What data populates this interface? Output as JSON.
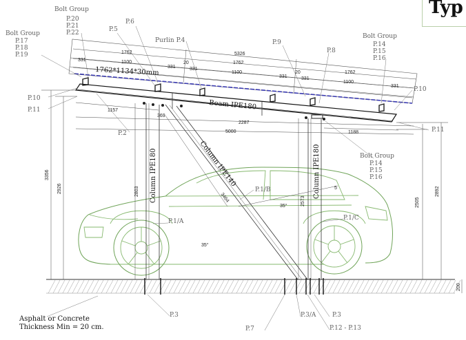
{
  "title": "Typ",
  "panel": {
    "size": "1762*1134*30mm"
  },
  "labels": {
    "bolt_group_a": "Bolt Group",
    "p20": "P.20",
    "p21": "P.21",
    "p22": "P.22",
    "bolt_group_b": "Bolt Group",
    "p17": "P.17",
    "p18": "P.18",
    "p19": "P.19",
    "p6": "P.6",
    "p5": "P.5",
    "purlin": "Purlin P.4",
    "p9": "P.9",
    "p8": "P.8",
    "bolt_group_c": "Bolt Group",
    "p14": "P.14",
    "p15": "P.15",
    "p16": "P.16",
    "p10_left": "P.10",
    "p11_left": "P.11",
    "p10_right": "P.10",
    "p11_right": "P.11",
    "p2": "P.2",
    "bolt_group_d": "Bolt Group",
    "p14b": "P.14",
    "p15b": "P.15",
    "p16b": "P.16",
    "p1b": "P.1/B",
    "p1a": "P.1/A",
    "p1c": "P.1/C",
    "p3_left": "P.3",
    "p7": "P.7",
    "p3a": "P.3/A",
    "p3_right": "P.3",
    "p12_13": "P.12 - P.13",
    "beam": "Beam IPE180",
    "column_left": "Column IPE180",
    "column_diag": "Column IPE140",
    "column_right": "Column IPE180",
    "ground_line1": "Asphalt or Concrete",
    "ground_line2": "Thickness Min = 20 cm."
  },
  "dimensions": {
    "d5326": "5326",
    "d1762a": "1762",
    "d1762b": "1762",
    "d1762c": "1762",
    "d1100a": "1100",
    "d1100b": "1100",
    "d1100c": "1100",
    "d331a": "331",
    "d331b": "331",
    "d331c": "331",
    "d331d": "331",
    "d331e": "331",
    "d20a": "20",
    "d20b": "20",
    "d1157": "1157",
    "d369": "369",
    "d2287": "2287",
    "d5000": "5000",
    "d1188": "1188",
    "d3356": "3356",
    "d2926": "2926",
    "d2803": "2803",
    "d3464": "3464",
    "d2573": "2573",
    "d2505": "2505",
    "d2892": "2892",
    "d200": "200",
    "angle_a": "35°",
    "angle_b": "35°",
    "d5": "5"
  }
}
